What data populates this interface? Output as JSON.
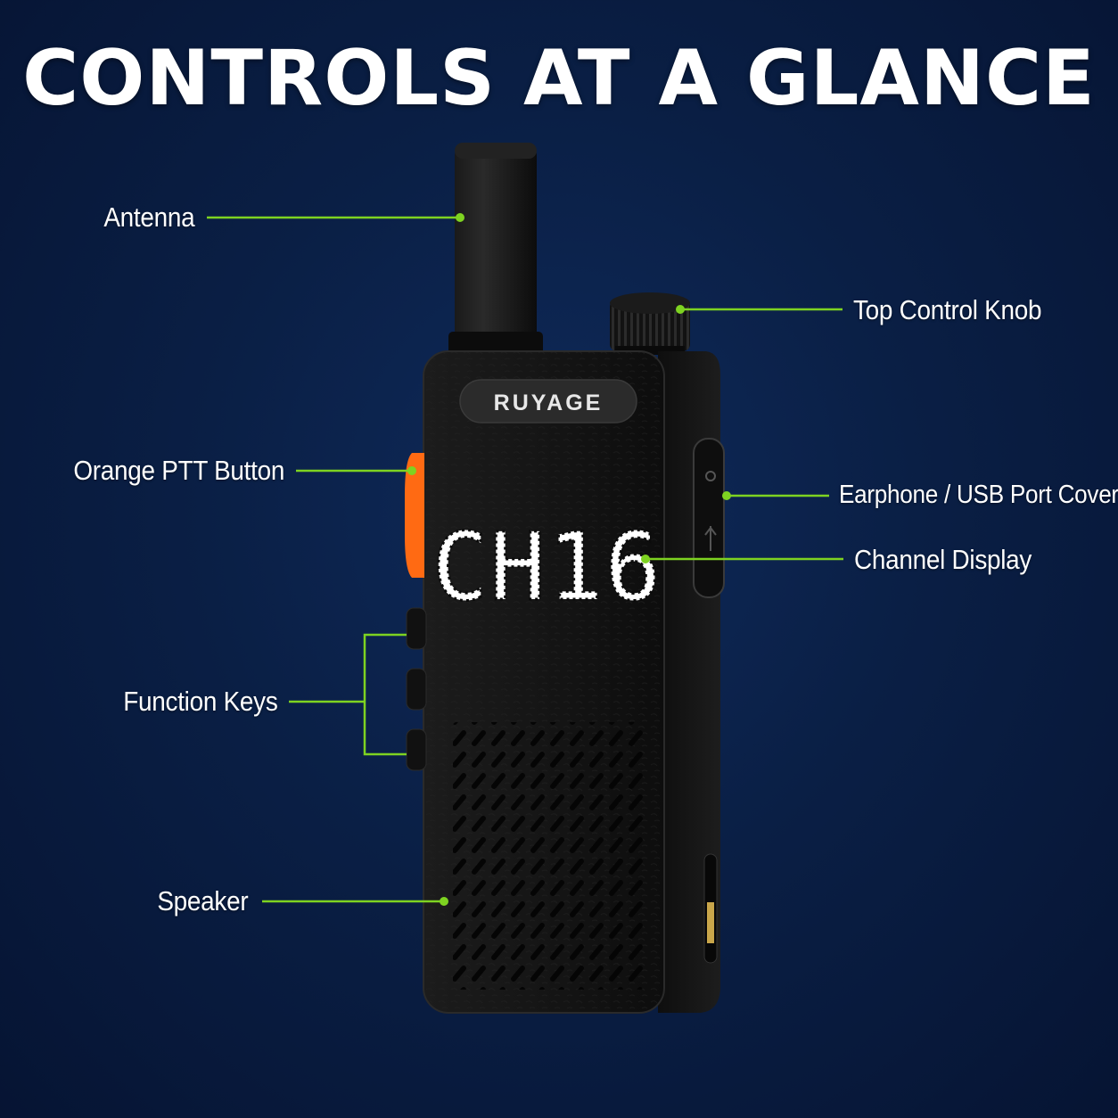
{
  "title": "CONTROLS AT A GLANCE",
  "device": {
    "brand": "RUYAGE",
    "display": "CH16"
  },
  "callouts": {
    "antenna": "Antenna",
    "top_knob": "Top Control Knob",
    "ptt": "Orange PTT Button",
    "port_cover": "Earphone / USB Port Cover",
    "channel_display": "Channel Display",
    "function_keys": "Function Keys",
    "speaker": "Speaker"
  },
  "colors": {
    "accent": "#7ed321",
    "ptt": "#ff6a13",
    "body": "#141414",
    "led": "#ffffff",
    "background": "#0a1f45"
  }
}
